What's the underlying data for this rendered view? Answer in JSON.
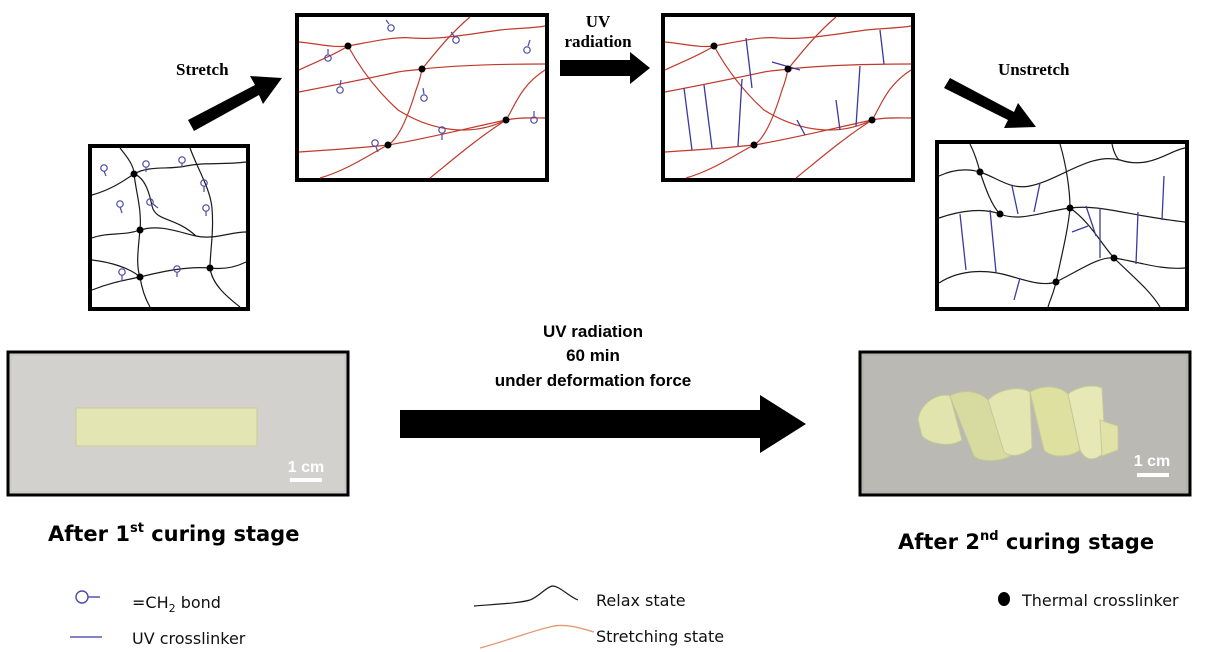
{
  "labels": {
    "stretch": "Stretch",
    "uv_line1": "UV",
    "uv_line2": "radiation",
    "unstretch": "Unstretch"
  },
  "process": {
    "line1": "UV radiation",
    "line2": "60 min",
    "line3": "under deformation force"
  },
  "captions": {
    "first_main": "After 1",
    "first_sup": "st",
    "first_rest": " curing stage",
    "second_main": "After 2",
    "second_sup": "nd",
    "second_rest": " curing stage"
  },
  "scale_bar": {
    "left": "1 cm",
    "right": "1 cm"
  },
  "legend": {
    "ch2_prefix": "=CH",
    "ch2_sub": "2",
    "ch2_suffix": " bond",
    "uv_crosslinker": "UV crosslinker",
    "relax_state": "Relax state",
    "stretching_state": "Stretching state",
    "thermal_crosslinker": "Thermal crosslinker"
  },
  "colors": {
    "relax_chain": "#1a1a1a",
    "stretch_chain": "#c0392b",
    "uv_crosslink": "#3a3aa0",
    "ch2_bond": "#4a4aa8",
    "stretch_legend": "#e39a70",
    "photo_bg": "#c9c8c3",
    "sample": "#e4e5b0"
  }
}
